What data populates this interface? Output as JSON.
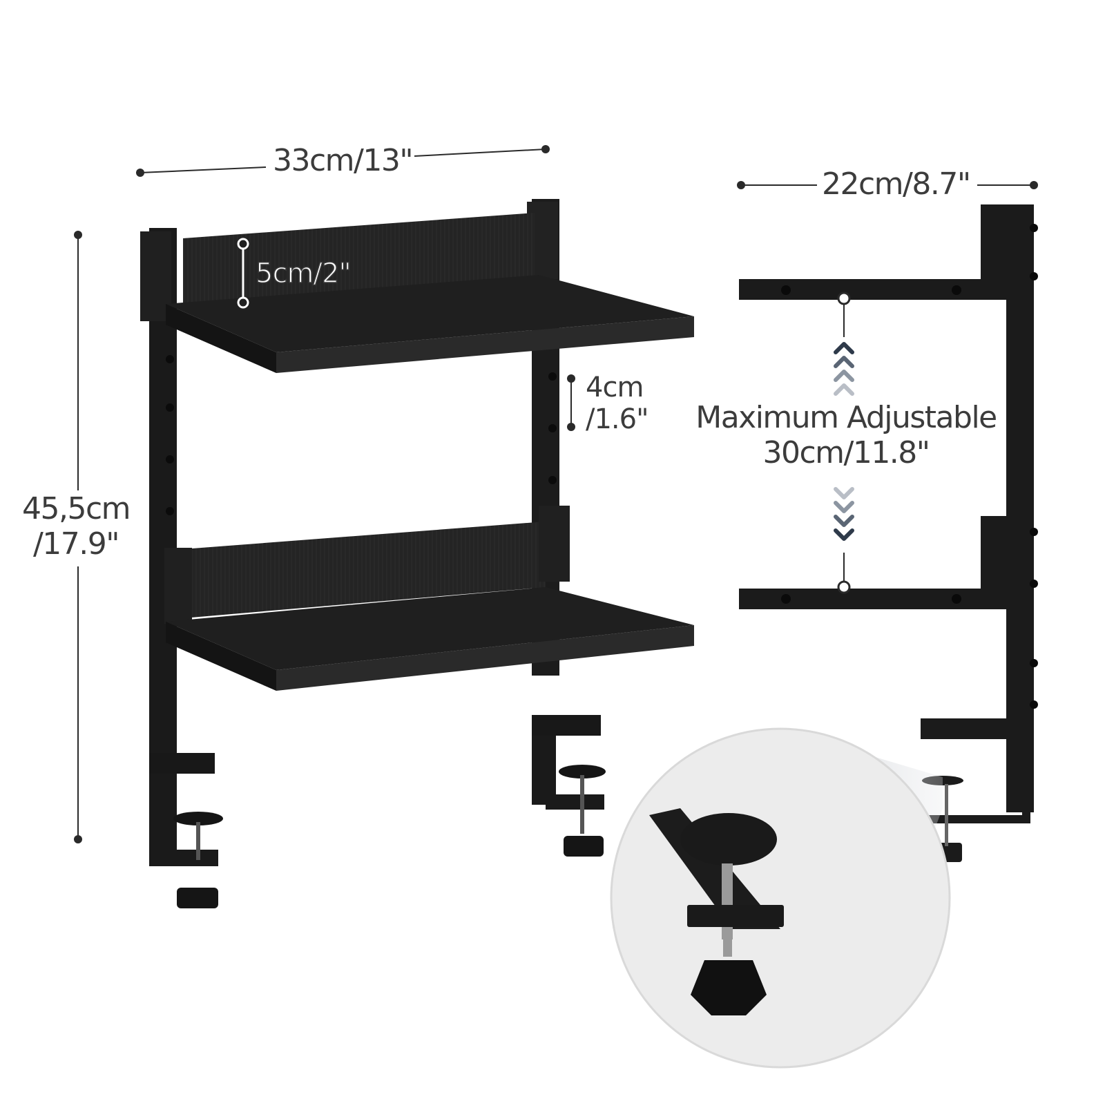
{
  "dimensions": {
    "top_width": "33cm/13\"",
    "side_depth": "22cm/8.7\"",
    "height_line1": "45,5cm",
    "height_line2": "/17.9\"",
    "backboard_height": "5cm/2\"",
    "hole_spacing_line1": "4cm",
    "hole_spacing_line2": "/1.6\"",
    "adjust_line1": "Maximum Adjustable",
    "adjust_line2": "30cm/11.8\""
  },
  "colors": {
    "metal": "#1b1b1b",
    "wood_face": "#262626",
    "wood_top": "#1d1d1d",
    "dimension_line": "#2a2a2a",
    "text": "#3c3c3c",
    "arrow_dark": "#2e3a4a",
    "arrow_light": "#b9bec6",
    "zoom_bg": "#eeeeee"
  },
  "icons": {
    "up_arrows": "chevron-up-stack-icon",
    "down_arrows": "chevron-down-stack-icon",
    "dimension_endpoint": "dot-icon"
  }
}
